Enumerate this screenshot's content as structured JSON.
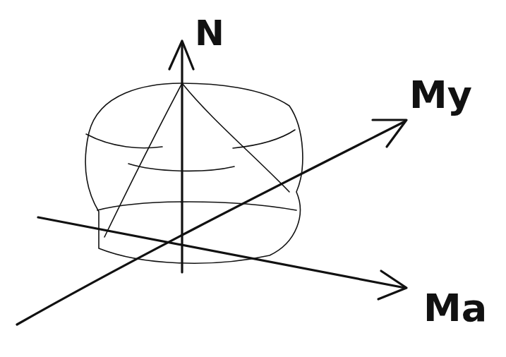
{
  "diagram": {
    "labels": [
      "N",
      "My",
      "Ma"
    ]
  }
}
